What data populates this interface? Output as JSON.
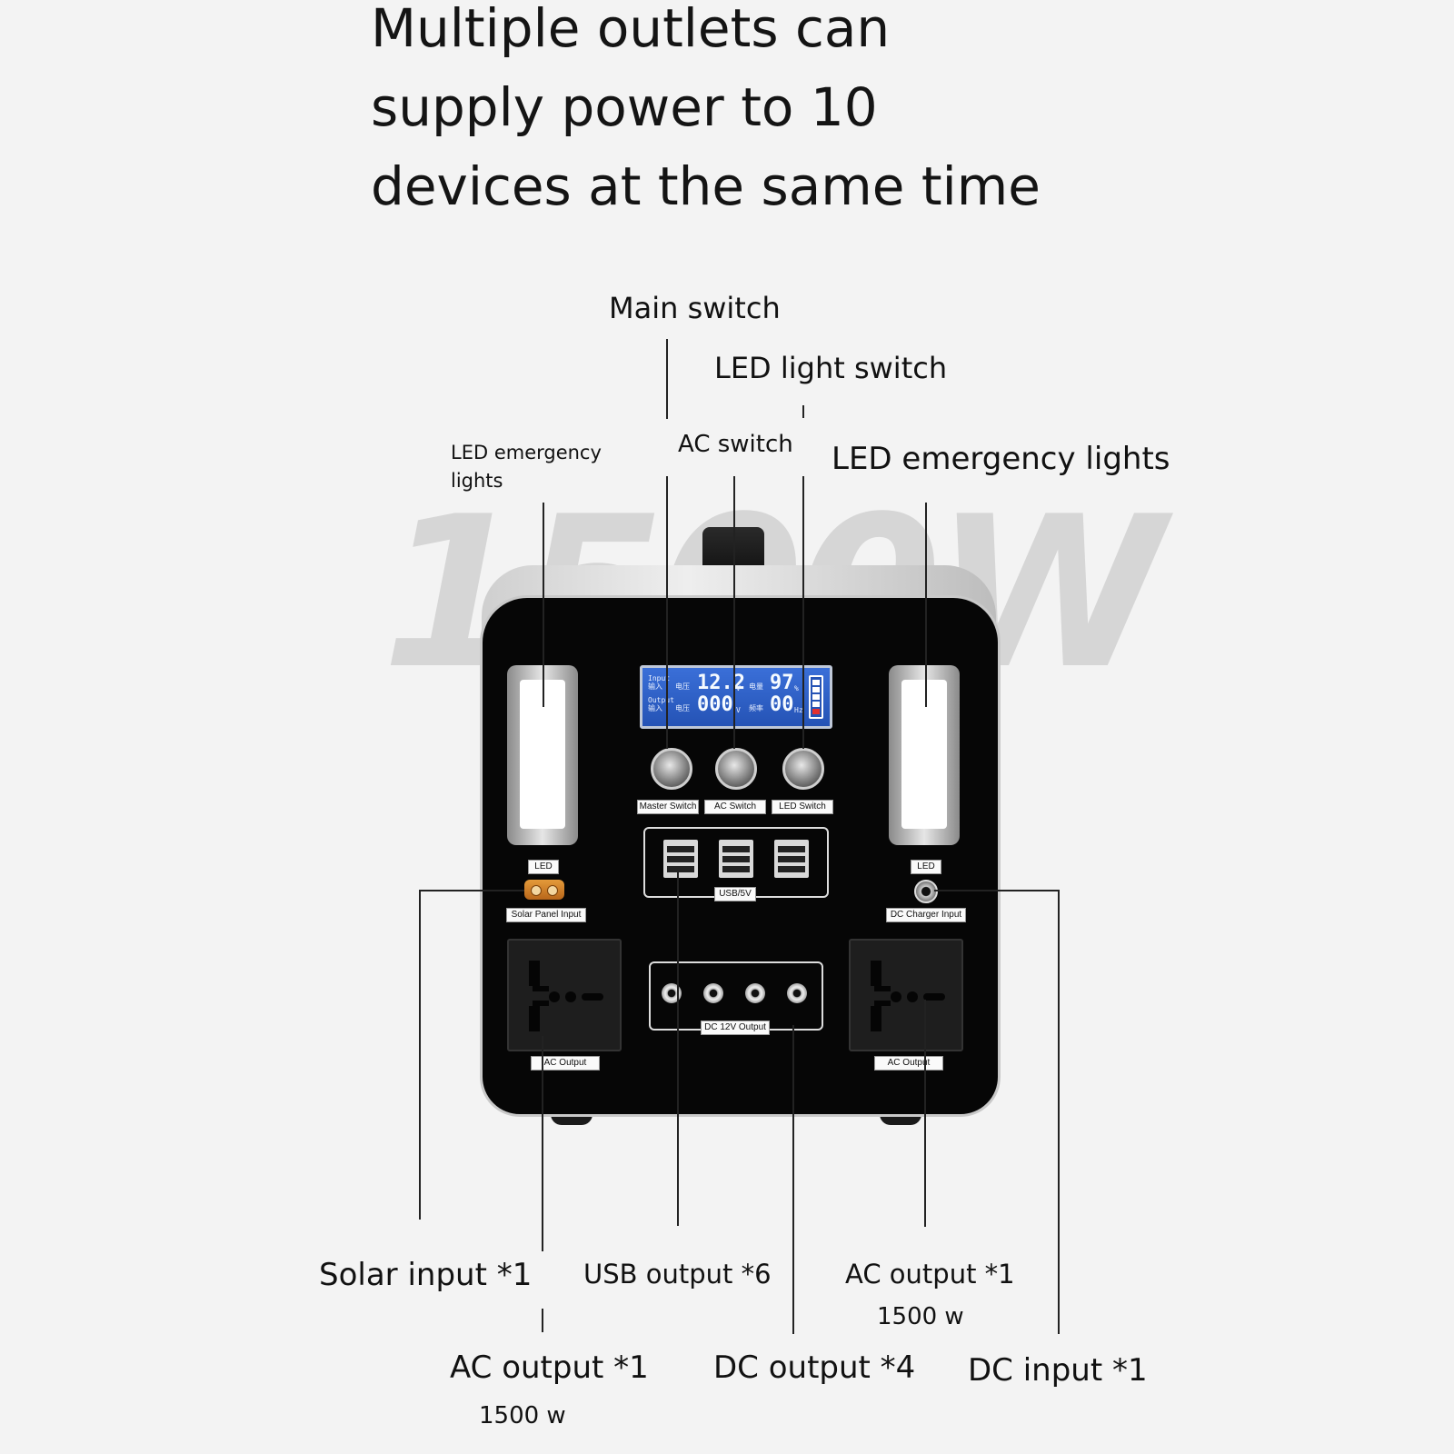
{
  "headline": {
    "line1": "Multiple outlets can",
    "line2": "supply power to 10",
    "line3": "devices at the same time"
  },
  "watermark": "1500W",
  "callouts": {
    "main_switch": "Main switch",
    "led_light_switch": "LED light switch",
    "ac_switch": "AC switch",
    "led_emergency_left_1": "LED emergency",
    "led_emergency_left_2": "lights",
    "led_emergency_right": "LED emergency lights",
    "solar_input": "Solar input *1",
    "usb_output": "USB output *6",
    "ac_output_right": "AC output *1",
    "ac_output_right_power": "1500 w",
    "ac_output_left": "AC output *1",
    "ac_output_left_power": "1500 w",
    "dc_output": "DC output *4",
    "dc_input": "DC input *1"
  },
  "device": {
    "lcd": {
      "input_label": "Input",
      "input_cn": "输入",
      "output_label": "Output",
      "output_cn": "输入",
      "voltage_cn": "电压",
      "capacity_cn": "电量",
      "frequency_cn": "频率",
      "input_voltage": "12.2",
      "output_voltage": "000",
      "battery_percent": "97",
      "frequency": "00",
      "unit_v": "V",
      "unit_pct": "%",
      "unit_hz": "Hz"
    },
    "tags": {
      "master_switch": "Master Switch",
      "ac_switch": "AC Switch",
      "led_switch": "LED Switch",
      "usb": "USB/5V",
      "led_left": "LED",
      "led_right": "LED",
      "solar_panel_input": "Solar Panel Input",
      "dc_charger_input": "DC Charger Input",
      "ac_output_left": "AC Output",
      "ac_output_right": "AC Output",
      "dc_12v_output": "DC 12V Output"
    }
  },
  "colors": {
    "lcd_blue": "#2f63c8",
    "panel_black": "#060606",
    "solar_port": "#d0842a",
    "battery_low": "#e23030"
  }
}
